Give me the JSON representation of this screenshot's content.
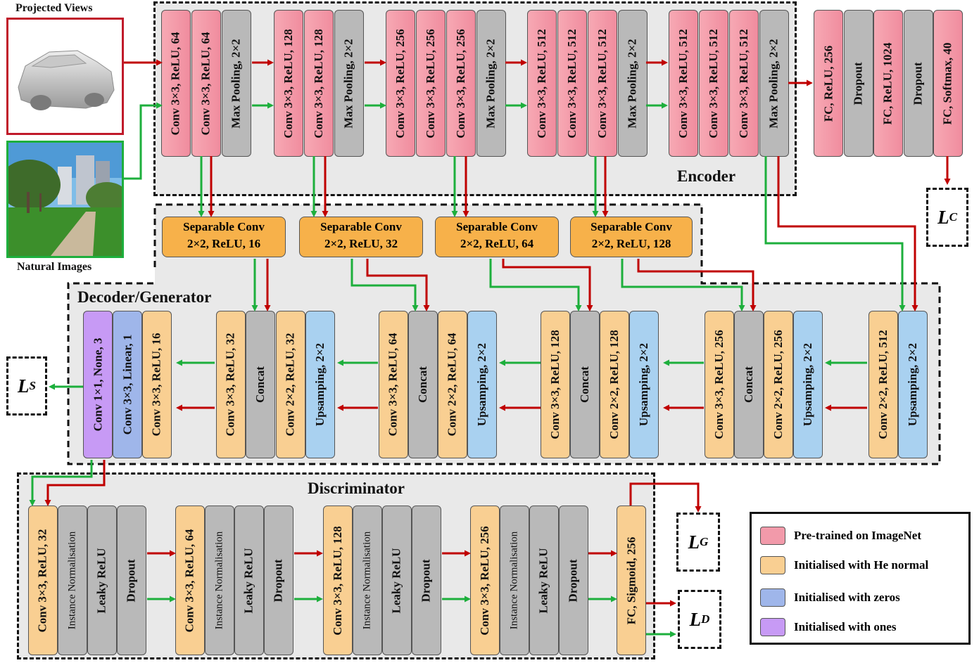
{
  "inputs": {
    "projected_label": "Projected Views",
    "natural_label": "Natural Images"
  },
  "encoder": {
    "title": "Encoder",
    "blocks": [
      "Conv 3×3, ReLU, 64",
      "Conv 3×3, ReLU, 64",
      "Max Pooling, 2×2",
      "Conv 3×3, ReLU, 128",
      "Conv 3×3, ReLU, 128",
      "Max Pooling, 2×2",
      "Conv 3×3, ReLU, 256",
      "Conv 3×3, ReLU, 256",
      "Conv 3×3, ReLU, 256",
      "Max Pooling, 2×2",
      "Conv 3×3, ReLU, 512",
      "Conv 3×3, ReLU, 512",
      "Conv 3×3, ReLU, 512",
      "Max Pooling, 2×2",
      "Conv 3×3, ReLU, 512",
      "Conv 3×3, ReLU, 512",
      "Conv 3×3, ReLU, 512",
      "Max Pooling, 2×2"
    ]
  },
  "classifier": {
    "blocks": [
      "FC, ReLU, 256",
      "Dropout",
      "FC, ReLU, 1024",
      "Dropout",
      "FC, Softmax, 40"
    ]
  },
  "separable": {
    "blocks": [
      {
        "line1": "Separable Conv",
        "line2": "2×2, ReLU, 16"
      },
      {
        "line1": "Separable Conv",
        "line2": "2×2, ReLU, 32"
      },
      {
        "line1": "Separable Conv",
        "line2": "2×2, ReLU, 64"
      },
      {
        "line1": "Separable Conv",
        "line2": "2×2, ReLU, 128"
      }
    ]
  },
  "decoder": {
    "title": "Decoder/Generator",
    "blocks": [
      "Conv 1×1, None, 3",
      "Conv 3×3, Linear, 1",
      "Conv 3×3, ReLU, 16",
      "Conv 3×3, ReLU, 32",
      "Concat",
      "Conv 2×2, ReLU, 32",
      "Upsamping, 2×2",
      "Conv 3×3, ReLU, 64",
      "Concat",
      "Conv 2×2, ReLU, 64",
      "Upsamping, 2×2",
      "Conv 3×3, ReLU, 128",
      "Concat",
      "Conv 2×2, ReLU, 128",
      "Upsamping, 2×2",
      "Conv 3×3, ReLU, 256",
      "Concat",
      "Conv 2×2, ReLU, 256",
      "Upsamping, 2×2",
      "Conv 2×2, ReLU, 512",
      "Upsamping, 2×2"
    ]
  },
  "discriminator": {
    "title": "Discriminator",
    "blocks": [
      "Conv 3×3, ReLU, 32",
      "Instance Normalisation",
      "Leaky ReLU",
      "Dropout",
      "Conv 3×3, ReLU, 64",
      "Instance Normalisation",
      "Leaky ReLU",
      "Dropout",
      "Conv 3×3, ReLU, 128",
      "Instance Normalisation",
      "Leaky ReLU",
      "Dropout",
      "Conv 3×3, ReLU, 256",
      "Instance Normalisation",
      "Leaky ReLU",
      "Dropout",
      "FC, Sigmoid, 256"
    ]
  },
  "losses": {
    "c": {
      "main": "L",
      "sub": "C"
    },
    "s": {
      "main": "L",
      "sub": "S"
    },
    "g": {
      "main": "L",
      "sub": "G"
    },
    "d": {
      "main": "L",
      "sub": "D"
    }
  },
  "legend": [
    {
      "label": "Pre-trained on ImageNet",
      "color": "#f29aaa"
    },
    {
      "label": "Initialised with He normal",
      "color": "#f9cf92"
    },
    {
      "label": "Initialised with zeros",
      "color": "#9fb6ea"
    },
    {
      "label": "Initialised with ones",
      "color": "#c79af5"
    }
  ],
  "colors": {
    "red_arrow": "#c00000",
    "green_arrow": "#1daf3c"
  }
}
